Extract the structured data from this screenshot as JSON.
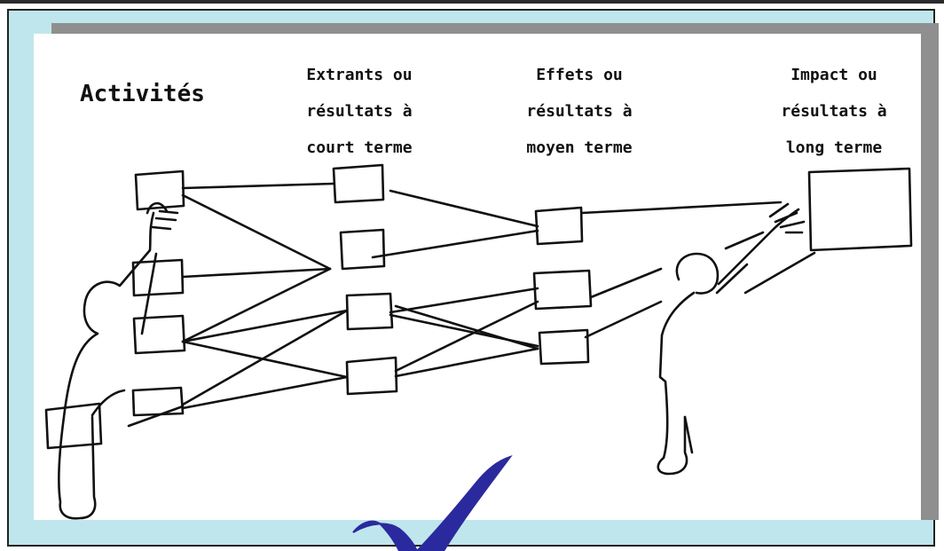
{
  "diagram": {
    "columns": {
      "activities": "Activités",
      "outputs": "Extrants ou\nrésultats à\ncourt terme",
      "outcomes": "Effets ou\nrésultats à\nmoyen terme",
      "impact": "Impact ou\nrésultats à\nlong terme"
    }
  },
  "colors": {
    "frame_background": "#bfe6ec",
    "panel_shadow": "#8f8f8f",
    "sketch_ink": "#111111",
    "checkmark": "#2a2a9e"
  },
  "icons": [
    "person-figure-left",
    "person-figure-right",
    "checkmark-icon"
  ]
}
